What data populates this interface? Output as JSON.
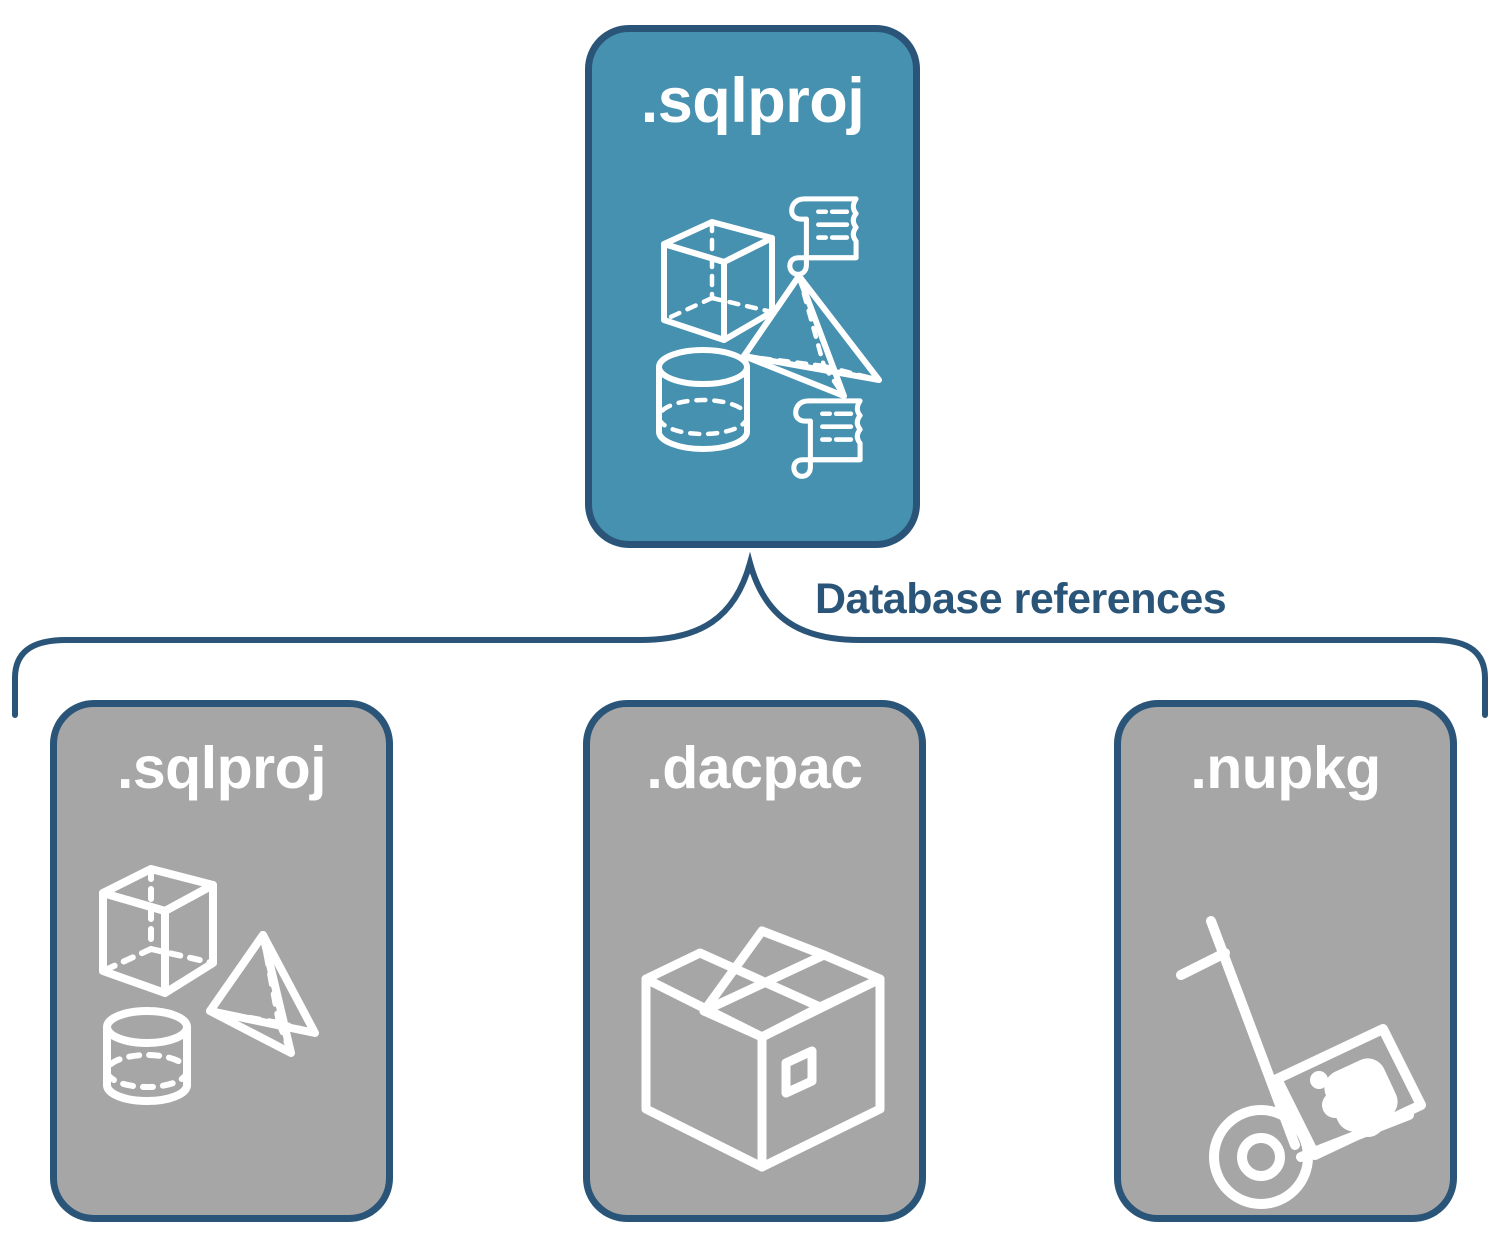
{
  "diagram": {
    "title_text": "Database references",
    "colors": {
      "accent_teal": "#4690b0",
      "card_gray": "#a6a6a6",
      "outline_blue": "#2a5578",
      "icon_white": "#ffffff",
      "background": "#ffffff"
    }
  },
  "source_node": {
    "label": ".sqlproj",
    "fill": "#4690b0",
    "icons": [
      "cube-icon",
      "scroll-icon",
      "pyramid-icon",
      "cylinder-icon",
      "scroll-icon"
    ]
  },
  "connector": {
    "label": "Database references",
    "style": "bracket-with-peak"
  },
  "target_nodes": [
    {
      "label": ".sqlproj",
      "fill": "#a6a6a6",
      "icons": [
        "cube-icon",
        "pyramid-icon",
        "cylinder-icon"
      ]
    },
    {
      "label": ".dacpac",
      "fill": "#a6a6a6",
      "icons": [
        "package-box-icon"
      ]
    },
    {
      "label": ".nupkg",
      "fill": "#a6a6a6",
      "icons": [
        "hand-truck-icon"
      ]
    }
  ]
}
